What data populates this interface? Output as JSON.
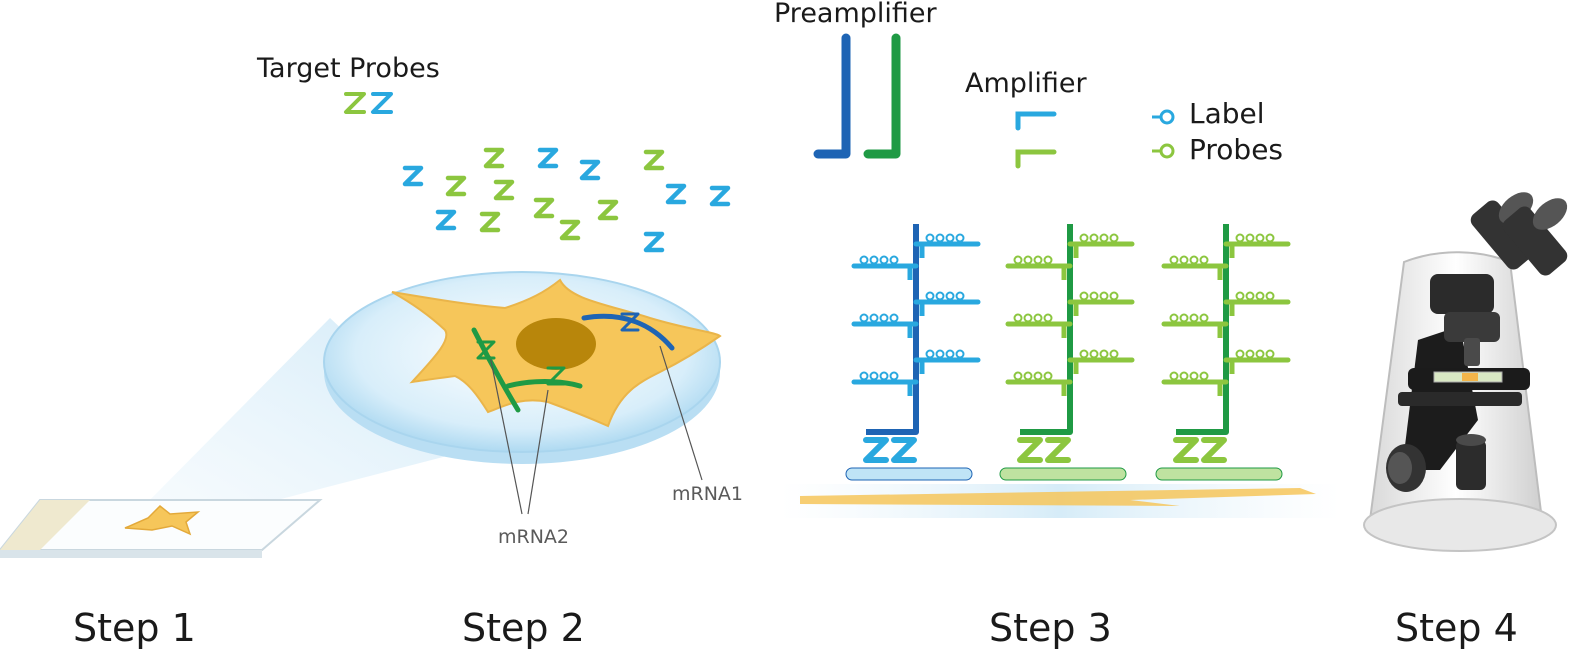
{
  "labels": {
    "target_probes": "Target Probes",
    "preamplifier": "Preamplifier",
    "amplifier": "Amplifier",
    "legend_label": "Label",
    "legend_probes": "Probes",
    "mrna1": "mRNA1",
    "mrna2": "mRNA2"
  },
  "steps": [
    "Step 1",
    "Step 2",
    "Step 3",
    "Step 4"
  ],
  "colors": {
    "blue_dark": "#1e64b4",
    "blue_light": "#29a8df",
    "green_dark": "#1f9a44",
    "green_light": "#8cc63f",
    "cell_fill": "#f6c65a",
    "nucleus": "#b8860b",
    "dish": "#cfe9f8"
  }
}
